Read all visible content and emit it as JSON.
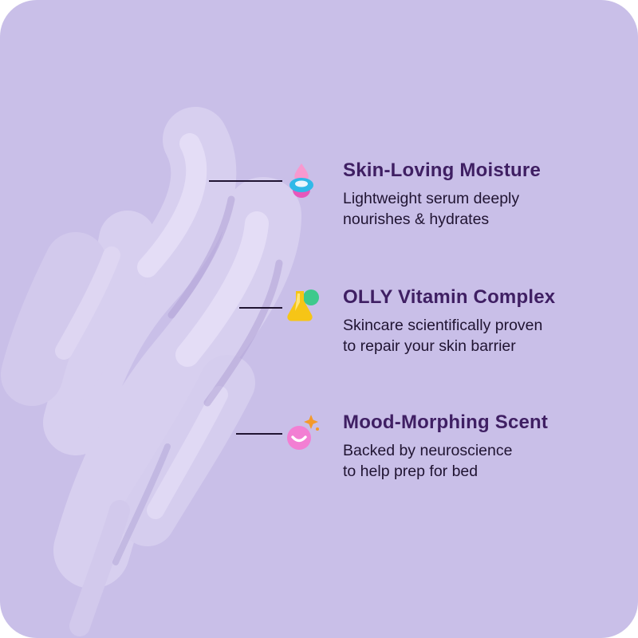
{
  "page": {
    "type": "product-benefits-infographic",
    "background_color": "#ffffff",
    "panel_color": "#c9bfe8"
  },
  "colors": {
    "title_text": "#3f1f63",
    "body_text": "#201432",
    "callout_line": "#201432",
    "smear_main": "#d7cfef",
    "smear_highlight": "#e4ddf6",
    "smear_shadow": "#b0a3d6",
    "droplet_pink": "#f899cf",
    "droplet_cyan": "#2fb9e8",
    "droplet_magenta": "#e757bb",
    "flask_yellow": "#f6c516",
    "flask_green": "#3ec98c",
    "smiley_pink": "#f27fd3",
    "sparkle_orange": "#f49a2a"
  },
  "features": [
    {
      "icon": "droplet-icon",
      "title": "Skin-Loving Moisture",
      "description": [
        "Lightweight serum deeply",
        "nourishes & hydrates"
      ]
    },
    {
      "icon": "flask-icon",
      "title": "OLLY Vitamin Complex",
      "description": [
        "Skincare scientifically proven",
        "to repair your skin barrier"
      ]
    },
    {
      "icon": "smiley-icon",
      "title": "Mood-Morphing Scent",
      "description": [
        "Backed by neuroscience",
        "to help prep for bed"
      ]
    }
  ]
}
